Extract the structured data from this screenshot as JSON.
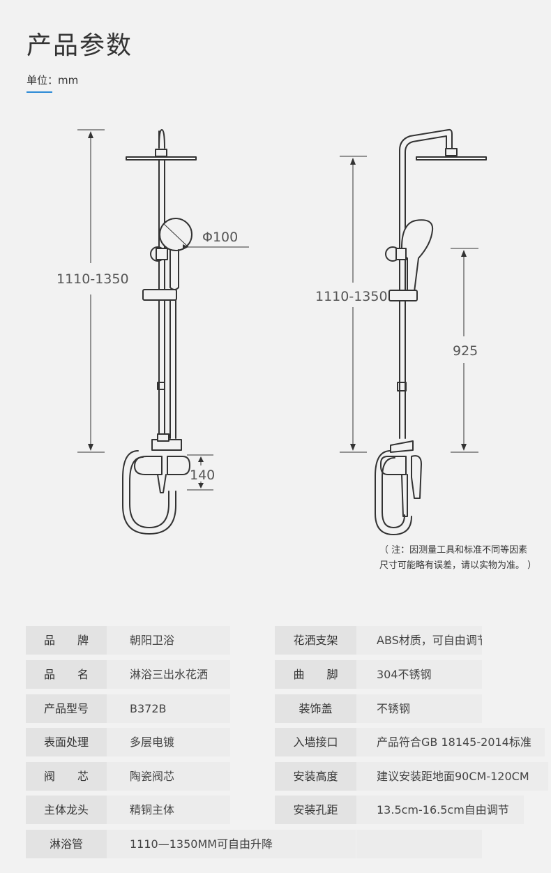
{
  "header": {
    "title": "产品参数",
    "unit": "单位：mm"
  },
  "diagram": {
    "left_height": "1110-1350",
    "head_diameter": "Φ100",
    "valve_span": "140",
    "right_height": "1110-1350",
    "slide_height": "925"
  },
  "note": {
    "line1": "（ 注：因测量工具和标准不同等因素",
    "line2": "尺寸可能略有误差，请以实物为准。 ）"
  },
  "specs_left": [
    {
      "label": "品　　牌",
      "value": "朝阳卫浴"
    },
    {
      "label": "品　　名",
      "value": "淋浴三出水花洒"
    },
    {
      "label": "产品型号",
      "value": "B372B"
    },
    {
      "label": "表面处理",
      "value": "多层电镀"
    },
    {
      "label": "阀　　芯",
      "value": "陶瓷阀芯"
    },
    {
      "label": "主体龙头",
      "value": "精铜主体"
    },
    {
      "label": "淋浴管",
      "value": "1110—1350MM可自由升降"
    }
  ],
  "specs_right": [
    {
      "label": "花洒支架",
      "value": "ABS材质，可自由调节"
    },
    {
      "label": "曲　　脚",
      "value": "304不锈钢"
    },
    {
      "label": "装饰盖",
      "value": "不锈钢"
    },
    {
      "label": "入墙接口",
      "value": "产品符合GB 18145-2014标准"
    },
    {
      "label": "安装高度",
      "value": "建议安装距地面90CM-120CM"
    },
    {
      "label": "安装孔距",
      "value": "13.5cm-16.5cm自由调节"
    }
  ]
}
